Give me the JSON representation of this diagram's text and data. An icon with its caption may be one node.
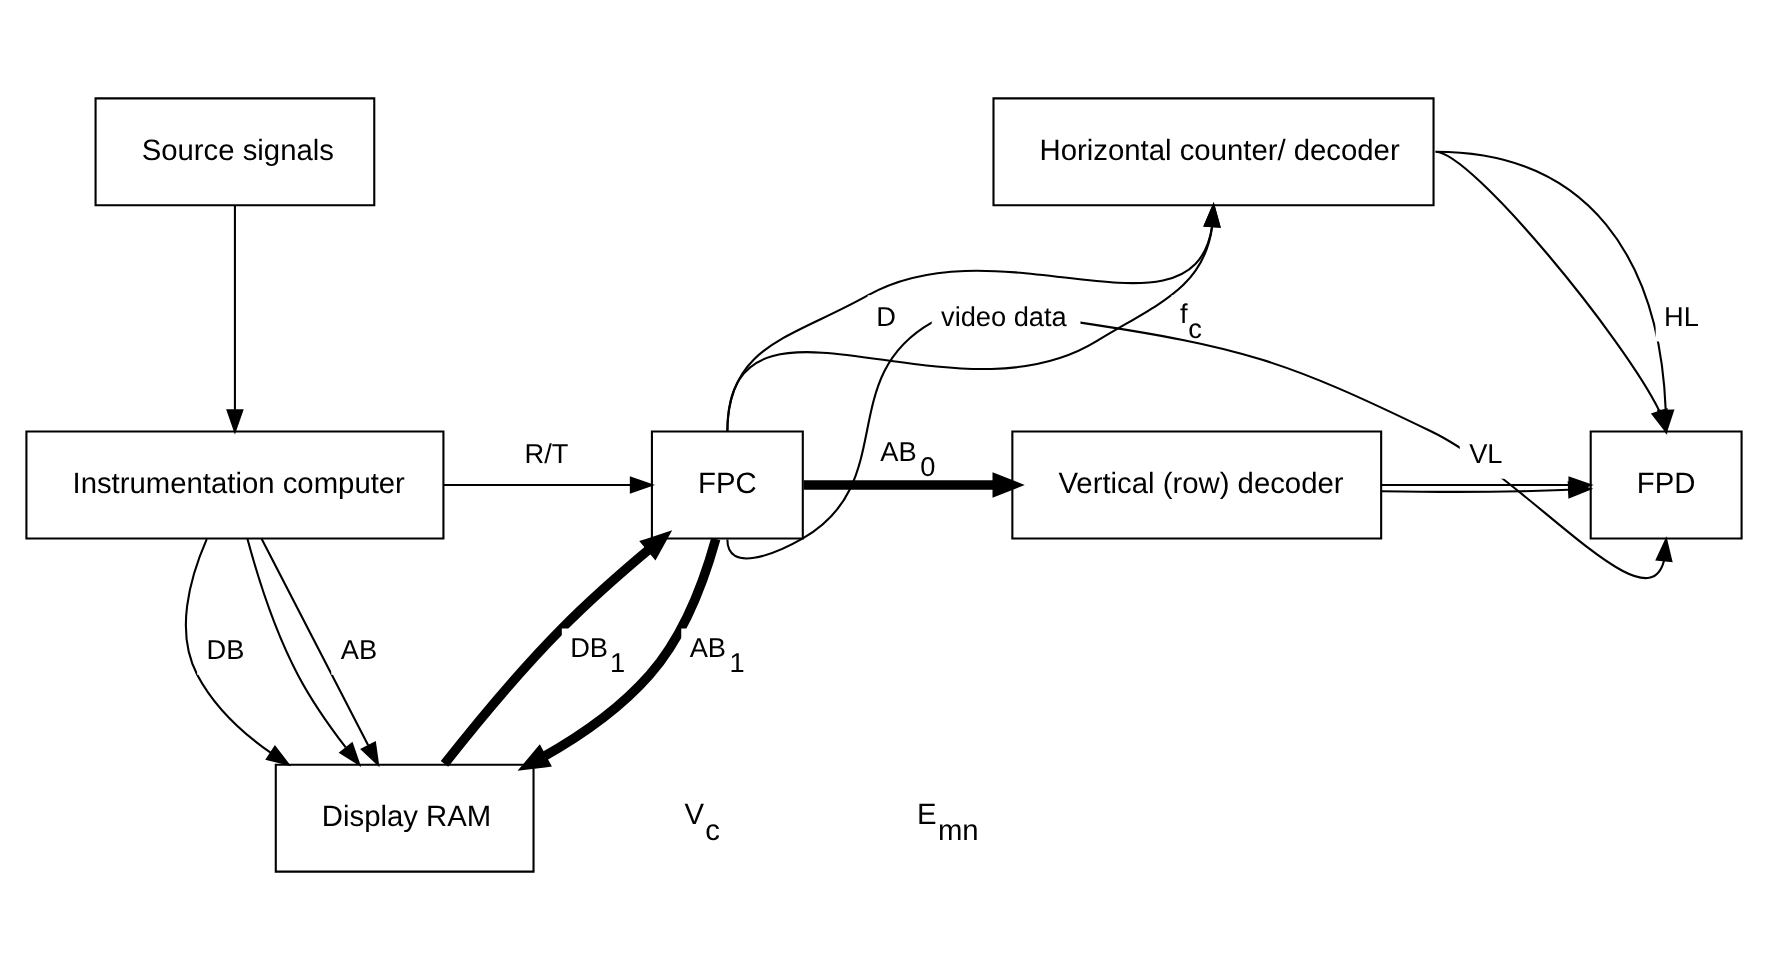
{
  "diagram": {
    "nodes": [
      {
        "text": [
          "Source signals"
        ]
      },
      {
        "text": [
          "Horizontal counter/ decoder"
        ]
      },
      {
        "text": [
          "Instrumentation computer"
        ]
      },
      {
        "text": [
          "FPC"
        ]
      },
      {
        "text": [
          "Vertical (row) decoder"
        ]
      },
      {
        "text": [
          "FPD"
        ]
      },
      {
        "text": [
          "Display RAM"
        ]
      }
    ],
    "edges": [
      {
        "from": 0,
        "to": 2,
        "arrow": "to"
      },
      {
        "from": 2,
        "to": 3,
        "arrow": "to",
        "label": "R/T"
      },
      {
        "from": 3,
        "to": 1,
        "arrow": "to",
        "label": "f$_{c}$"
      },
      {
        "from": 3,
        "to": 1,
        "arrow": "to",
        "label": "D"
      },
      {
        "from": 1,
        "to": 5,
        "arrow": "to",
        "label": "HL"
      },
      {
        "from": 1,
        "to": 5,
        "arrow": "to"
      },
      {
        "from": 3,
        "to": 4,
        "arrow": "to",
        "label": "AB$_{0}$",
        "style": "thick"
      },
      {
        "from": 4,
        "to": 5,
        "arrow": "to"
      },
      {
        "from": 4,
        "to": 5,
        "arrow": "to",
        "label": "VL"
      },
      {
        "from": 3,
        "to": 5,
        "arrow": "to",
        "label": "video data"
      },
      {
        "from": 6,
        "to": 3,
        "arrow": "to",
        "label": "DB$_{1}$",
        "style": "thick"
      },
      {
        "from": 3,
        "to": 6,
        "arrow": "to",
        "label": "AB$_{1}$",
        "style": "thick"
      },
      {
        "from": 2,
        "to": 6,
        "arrow": "to"
      },
      {
        "from": 2,
        "to": 6,
        "arrow": "to",
        "label": "AB"
      },
      {
        "from": 2,
        "to": 6,
        "arrow": "to",
        "label": "DB"
      }
    ],
    "labels": [
      "V$_{c}$",
      "E$_{mn}$"
    ]
  }
}
